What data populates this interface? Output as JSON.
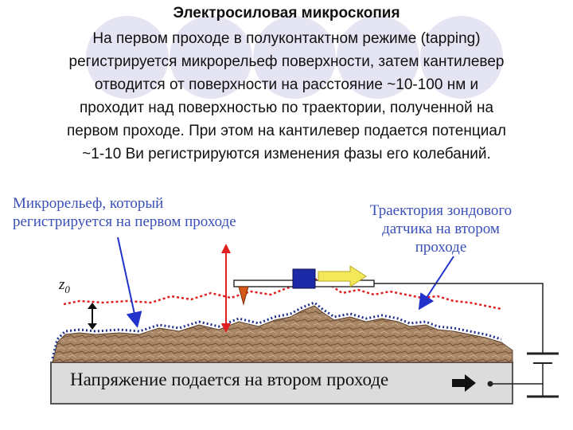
{
  "title": "Электросиловая микроскопия",
  "paragraph_lines": [
    "На первом проходе в полуконтактном режиме (tapping)",
    "регистрируется микрорельеф поверхности, затем кантилевер",
    "отводится от поверхности на расстояние ~10-100 нм и",
    "проходит над поверхностью по траектории, полученной на",
    "первом проходе. При этом на кантилевер подается потенциал",
    "~1-10 Ви регистрируются изменения фазы его колебаний."
  ],
  "diagram": {
    "label_left": [
      "Микрорельеф, который",
      "регистрируется на первом проходе"
    ],
    "label_right": [
      "Траектория зондового",
      "датчика на втором",
      "проходе"
    ],
    "z_label": "z",
    "z_sub": "0",
    "voltage_label": "Напряжение подается на втором проходе",
    "colors": {
      "relief": "#9b7a5a",
      "relief_dots": "#1f2f8a",
      "trajectory": "#e02020",
      "label": "#3a4fb8",
      "probe_block": "#1d2aa8",
      "probe_arrow": "#f3e85a",
      "tip": "#d45a1a"
    }
  }
}
